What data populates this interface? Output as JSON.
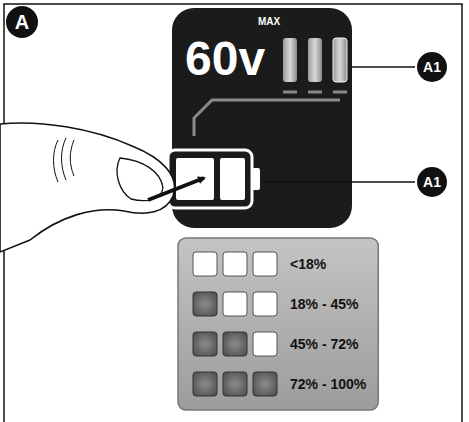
{
  "diagram": {
    "nodes": [
      {
        "text": [
          "A"
        ]
      },
      {
        "text": [
          "60v",
          "MAX"
        ]
      },
      {
        "text": [
          "A1"
        ]
      },
      {
        "text": [
          "A1"
        ]
      },
      {
        "text": [
          "<18%",
          "18% - 45%",
          "45% - 72%",
          "72% - 100%"
        ]
      }
    ]
  }
}
